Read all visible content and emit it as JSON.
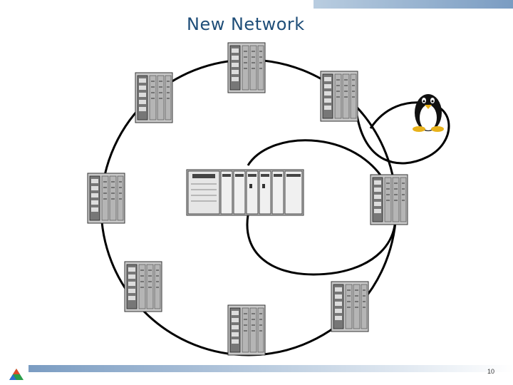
{
  "slide": {
    "title": "New Network",
    "page_number": "10"
  },
  "diagram": {
    "nodes": [
      {
        "id": "io-rack-top"
      },
      {
        "id": "io-rack-top-right"
      },
      {
        "id": "io-rack-right"
      },
      {
        "id": "io-rack-bottom-right"
      },
      {
        "id": "io-rack-bottom"
      },
      {
        "id": "io-rack-bottom-left"
      },
      {
        "id": "io-rack-left"
      },
      {
        "id": "io-rack-top-left"
      },
      {
        "id": "central-plc-chassis"
      },
      {
        "id": "linux-node",
        "icon": "linux-penguin-icon"
      }
    ],
    "links": [
      {
        "from": "ring",
        "to": "ring",
        "kind": "ring"
      },
      {
        "from": "central-plc-chassis",
        "to": "io-rack-right",
        "kind": "loop"
      },
      {
        "from": "io-rack-top-right",
        "to": "linux-node",
        "kind": "loop"
      }
    ]
  },
  "colors": {
    "title": "#1f4e79",
    "line": "#000000",
    "band": "#7a9cc2"
  }
}
